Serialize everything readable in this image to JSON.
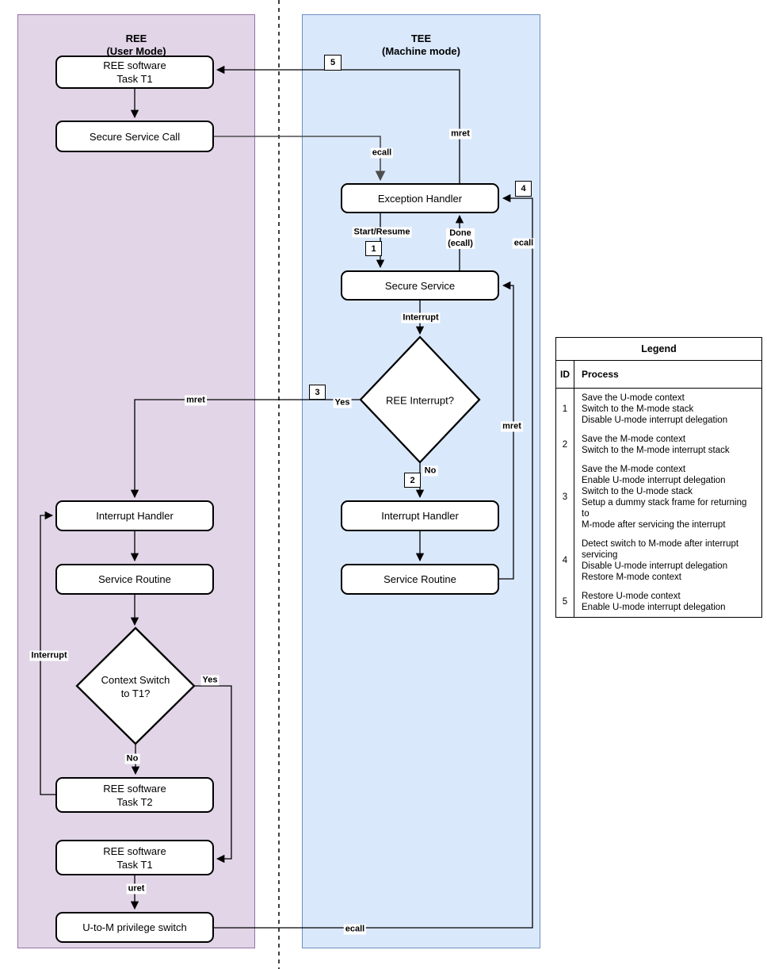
{
  "panels": {
    "ree": {
      "title": "REE\n(User Mode)",
      "fill": "#E1D5E7",
      "border": "#9673A6"
    },
    "tee": {
      "title": "TEE\n(Machine mode)",
      "fill": "#DAE8FC",
      "border": "#6C8EBF"
    }
  },
  "nodes": {
    "ree_task1_top": "REE software\nTask T1",
    "ree_secure_service_call": "Secure Service Call",
    "ree_interrupt_handler": "Interrupt Handler",
    "ree_service_routine": "Service Routine",
    "ree_context_switch": "Context Switch\nto T1?",
    "ree_task2": "REE software\nTask T2",
    "ree_task1_bottom": "REE software\nTask T1",
    "ree_u_to_m": "U-to-M privilege switch",
    "tee_exception_handler": "Exception Handler",
    "tee_secure_service": "Secure Service",
    "tee_ree_interrupt": "REE Interrupt?",
    "tee_interrupt_handler": "Interrupt Handler",
    "tee_service_routine": "Service Routine"
  },
  "edge_labels": {
    "ecall_top": "ecall",
    "mret_top": "mret",
    "start_resume": "Start/Resume",
    "done_ecall": "Done\n(ecall)",
    "ecall_right": "ecall",
    "interrupt_tee": "Interrupt",
    "yes_tee": "Yes",
    "no_tee": "No",
    "mret_return": "mret",
    "mret_left": "mret",
    "interrupt_ree": "Interrupt",
    "yes_ree": "Yes",
    "no_ree": "No",
    "uret": "uret",
    "ecall_bottom": "ecall"
  },
  "badges": {
    "b1": "1",
    "b2": "2",
    "b3": "3",
    "b4": "4",
    "b5": "5"
  },
  "legend": {
    "title": "Legend",
    "columns": {
      "id": "ID",
      "process": "Process"
    },
    "rows": [
      {
        "id": "1",
        "process": "Save the U-mode context\nSwitch to the M-mode stack\nDisable U-mode interrupt delegation"
      },
      {
        "id": "2",
        "process": "Save the M-mode context\nSwitch to the M-mode interrupt stack"
      },
      {
        "id": "3",
        "process": "Save the M-mode context\nEnable U-mode interrupt delegation\nSwitch to the U-mode stack\nSetup a dummy stack frame for returning to\nM-mode after servicing the interrupt"
      },
      {
        "id": "4",
        "process": "Detect switch to M-mode after interrupt\nservicing\nDisable U-mode interrupt delegation\nRestore M-mode context"
      },
      {
        "id": "5",
        "process": "Restore U-mode context\nEnable U-mode interrupt delegation"
      }
    ]
  }
}
